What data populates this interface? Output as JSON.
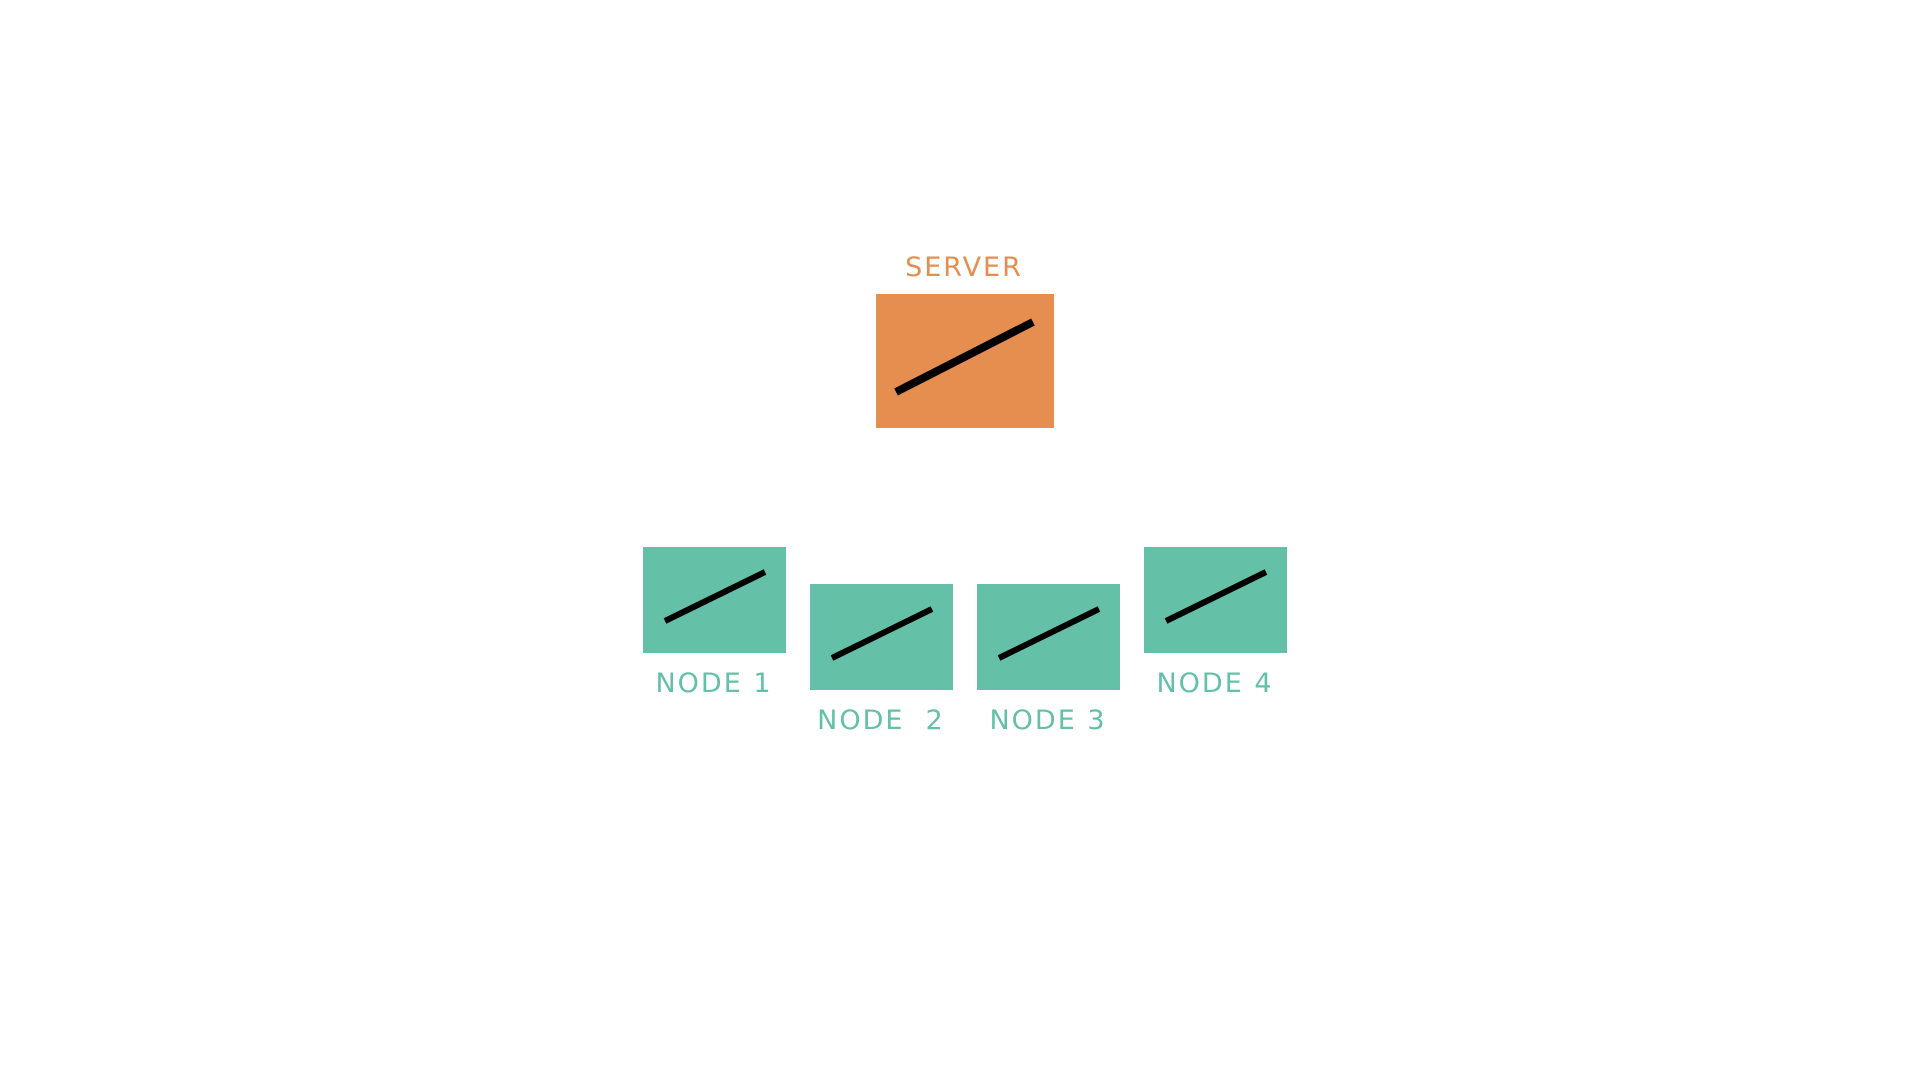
{
  "colors": {
    "server": "#E68E50",
    "node": "#64C1A8",
    "stroke": "#000000",
    "background": "#ffffff"
  },
  "server": {
    "label": "SERVER"
  },
  "nodes": [
    {
      "label": "NODE 1"
    },
    {
      "label": "NODE  2"
    },
    {
      "label": "NODE 3"
    },
    {
      "label": "NODE 4"
    }
  ]
}
